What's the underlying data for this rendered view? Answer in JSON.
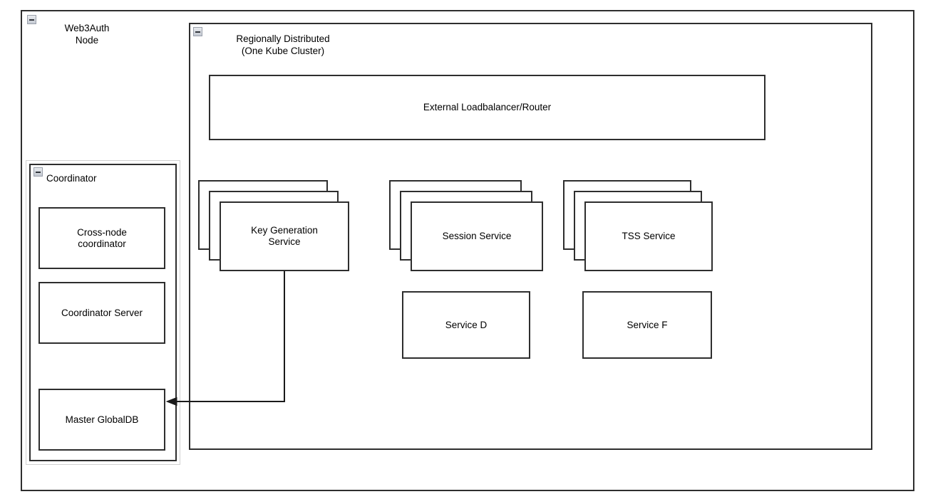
{
  "diagram": {
    "title": "Web3Auth Node Architecture",
    "stroke_color": "#2e2e2e",
    "fill_color": "#ffffff",
    "text_color": "#000000",
    "icon_color": "#c4c9d2"
  },
  "outer_group": {
    "label": "Web3Auth\nNode",
    "collapse_icon": "collapse-minus-icon"
  },
  "cluster_group": {
    "label": "Regionally Distributed\n(One Kube Cluster)",
    "collapse_icon": "collapse-minus-icon"
  },
  "coordinator_group": {
    "label": "Coordinator",
    "collapse_icon": "collapse-minus-icon",
    "nodes": [
      {
        "label": "Cross-node\ncoordinator"
      },
      {
        "label": "Coordinator Server"
      },
      {
        "label": "Master GlobalDB"
      }
    ]
  },
  "cluster_nodes": {
    "loadbalancer": {
      "label": "External Loadbalancer/Router"
    },
    "stacks": [
      {
        "label": "Key Generation\nService",
        "copies": 3
      },
      {
        "label": "Session Service",
        "copies": 3
      },
      {
        "label": "TSS Service",
        "copies": 3
      }
    ],
    "services": [
      {
        "label": "Service D"
      },
      {
        "label": "Service F"
      }
    ]
  },
  "connectors": [
    {
      "name": "keygen-to-master-globaldb",
      "from": "Key Generation Service",
      "to": "Master GlobalDB",
      "arrow": "end"
    }
  ]
}
